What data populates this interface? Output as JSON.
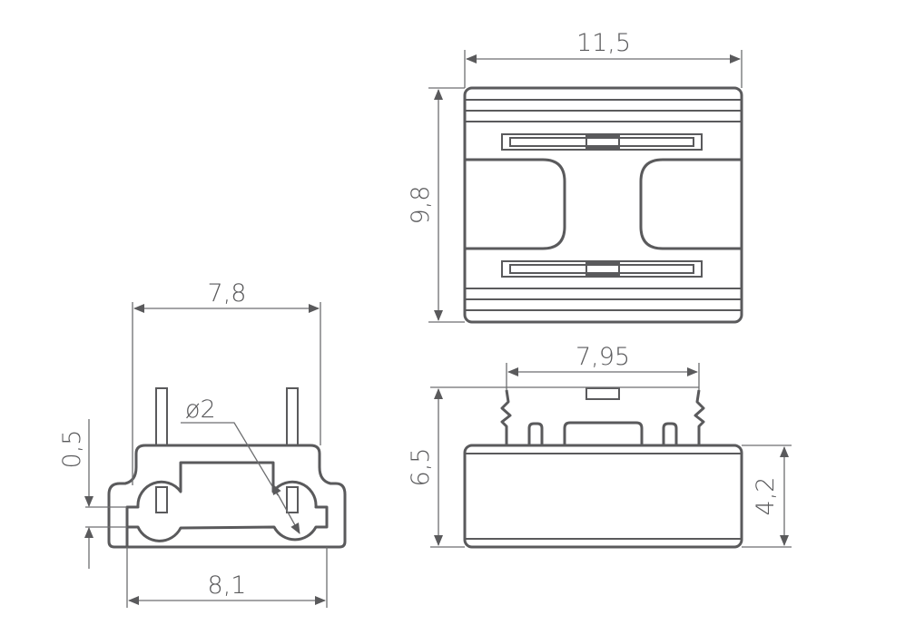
{
  "dimensions": {
    "top_width": "11,5",
    "top_height": "9,8",
    "side_width": "7,8",
    "side_base_width": "8,1",
    "side_offset": "0,5",
    "hole_diameter": "ø2",
    "front_pin_span": "7,95",
    "front_total_height": "6,5",
    "front_body_height": "4,2"
  },
  "colors": {
    "line": "#5a5a5c"
  }
}
